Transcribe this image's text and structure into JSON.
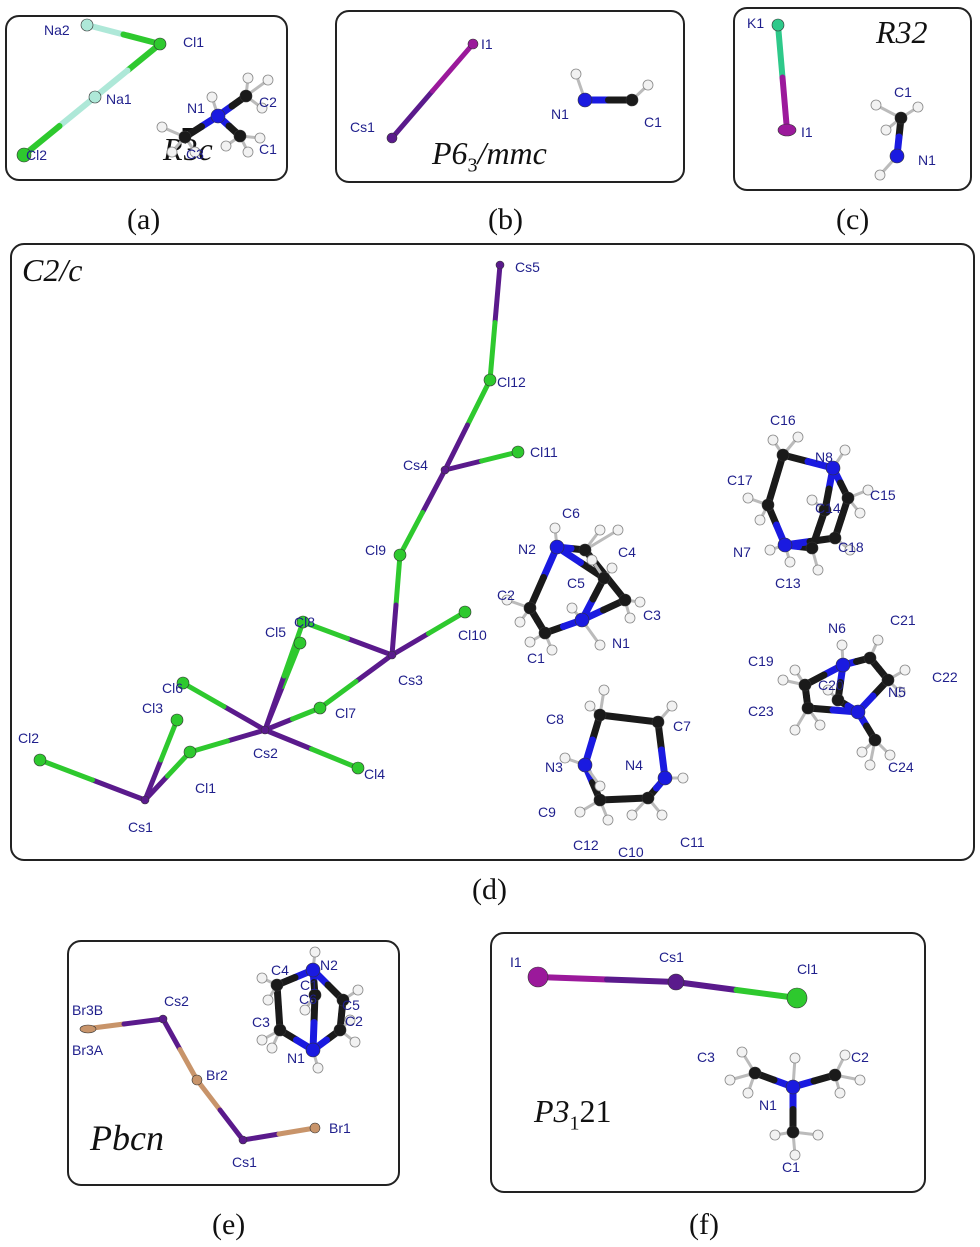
{
  "figure": {
    "captions": [
      "(a)",
      "(b)",
      "(c)",
      "(d)",
      "(e)",
      "(f)"
    ],
    "space_groups": {
      "a": {
        "pre": "R",
        "bar": "3",
        "post": "c"
      },
      "b": {
        "pre": "P6",
        "sub": "3",
        "post": "/mmc"
      },
      "c": {
        "pre": "R32"
      },
      "d": {
        "pre": "C2/c"
      },
      "e": {
        "pre": "Pbcn"
      },
      "f": {
        "pre": "P3",
        "sub": "1",
        "post": "21"
      }
    },
    "atom_colors": {
      "Cs": "#5a1a8c",
      "Cl": "#2ec92e",
      "I": "#9b199b",
      "Br": "#c8946a",
      "Na": "#aee8d8",
      "K": "#2ec98a",
      "N": "#1a1ae0",
      "C": "#1a1a1a",
      "H": "#f2f2f2"
    },
    "labels": {
      "a": [
        "Na2",
        "Cl1",
        "Na1",
        "N1",
        "C2",
        "C3",
        "C1",
        "Cl2"
      ],
      "b": [
        "I1",
        "Cs1",
        "N1",
        "C1"
      ],
      "c": [
        "K1",
        "I1",
        "C1",
        "N1"
      ],
      "d": [
        "Cs5",
        "Cl12",
        "Cl11",
        "Cs4",
        "Cl9",
        "Cl8",
        "Cl5",
        "Cs3",
        "Cl10",
        "Cl6",
        "Cl7",
        "Cl3",
        "Cs2",
        "Cl2",
        "Cl1",
        "Cl4",
        "Cs1",
        "C6",
        "N2",
        "C4",
        "C5",
        "C2",
        "C3",
        "C1",
        "N1",
        "C8",
        "C7",
        "N3",
        "N4",
        "C9",
        "C12",
        "C10",
        "C11",
        "C16",
        "N8",
        "C17",
        "C14",
        "C15",
        "N7",
        "C18",
        "C13",
        "N6",
        "C21",
        "C19",
        "C20",
        "N5",
        "C22",
        "C23",
        "C24"
      ],
      "e": [
        "Br3B",
        "Cs2",
        "Br3A",
        "Br2",
        "Cs1",
        "Br1",
        "C4",
        "N2",
        "C1",
        "C6",
        "C5",
        "C3",
        "C2",
        "N1"
      ],
      "f": [
        "Cs1",
        "I1",
        "Cl1",
        "C3",
        "C2",
        "N1",
        "C1"
      ]
    }
  }
}
